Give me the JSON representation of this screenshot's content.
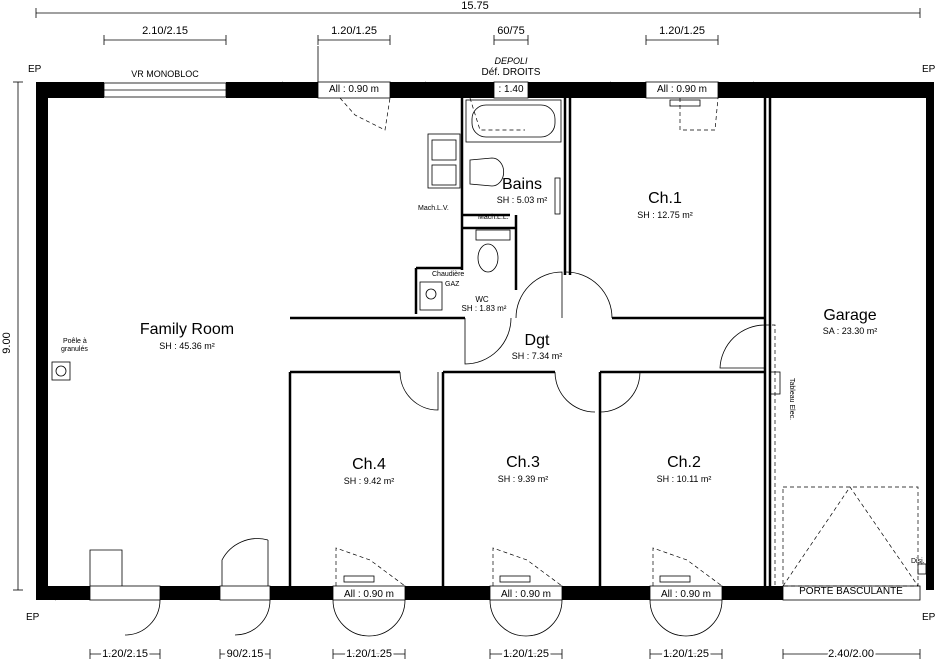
{
  "plan": {
    "overall_width": "15.75",
    "overall_height": "9.00",
    "corner_label": "EP",
    "window_label_vr": "VR MONOBLOC",
    "depoli_label": "DEPOLI",
    "def_droits_label": "Déf. DROITS",
    "bath_window": ": 1.40",
    "top_dims": [
      "2.10/2.15",
      "1.20/1.25",
      "60/75",
      "1.20/1.25"
    ],
    "top_allege": [
      "All : 0.90 m",
      "All : 0.90 m"
    ],
    "bottom_dims": [
      "1.20/2.15",
      "90/2.15",
      "1.20/1.25",
      "1.20/1.25",
      "1.20/1.25",
      "2.40/2.00"
    ],
    "bottom_allege": [
      "All : 0.90 m",
      "All : 0.90 m",
      "All : 0.90 m"
    ],
    "porte_basculante": "PORTE BASCULANTE",
    "tableau_elec": "Tableau Elec.",
    "disj": "Disj.",
    "poele": [
      "Poêle à",
      "granulés"
    ],
    "mach_lv": "Mach.L.V.",
    "mach_ll": "Mach.L.L.",
    "chaudiere": [
      "Chaudière",
      "GAZ"
    ]
  },
  "rooms": {
    "family": {
      "name": "Family Room",
      "area": "SH : 45.36 m²"
    },
    "bains": {
      "name": "Bains",
      "area": "SH : 5.03 m²"
    },
    "ch1": {
      "name": "Ch.1",
      "area": "SH : 12.75 m²"
    },
    "garage": {
      "name": "Garage",
      "area": "SA : 23.30 m²"
    },
    "dgt": {
      "name": "Dgt",
      "area": "SH : 7.34 m²"
    },
    "wc": {
      "name": "WC",
      "area": "SH : 1.83 m²"
    },
    "ch4": {
      "name": "Ch.4",
      "area": "SH : 9.42 m²"
    },
    "ch3": {
      "name": "Ch.3",
      "area": "SH : 9.39 m²"
    },
    "ch2": {
      "name": "Ch.2",
      "area": "SH : 10.11 m²"
    }
  }
}
